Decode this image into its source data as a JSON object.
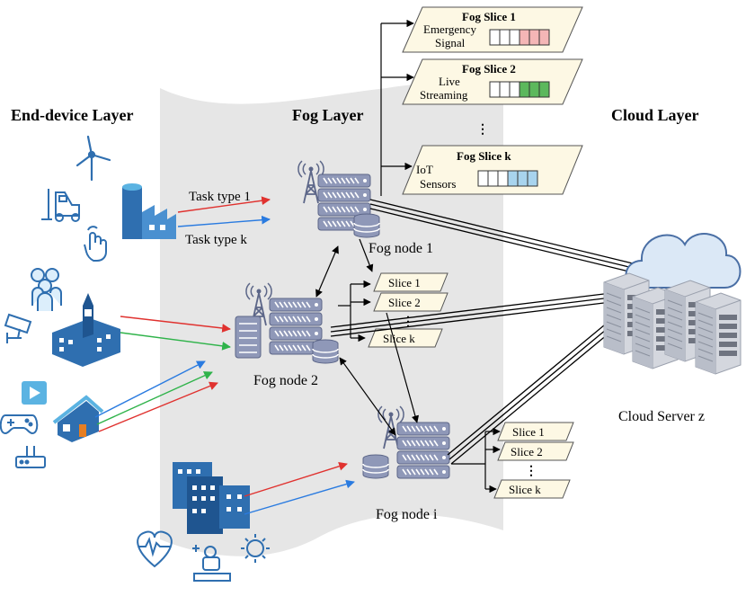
{
  "layers": {
    "end_device": "End-device Layer",
    "fog": "Fog Layer",
    "cloud": "Cloud Layer"
  },
  "tasks": {
    "type_1": "Task type 1",
    "type_k": "Task type k"
  },
  "fog_nodes": {
    "node_1": "Fog node 1",
    "node_2": "Fog node 2",
    "node_i": "Fog node i"
  },
  "cloud_server": "Cloud Server z",
  "big_slices": [
    {
      "title": "Fog Slice 1",
      "line1": "Emergency",
      "line2": "Signal",
      "color": "#f4b6b6"
    },
    {
      "title": "Fog Slice 2",
      "line1": "Live",
      "line2": "Streaming",
      "color": "#5cb85c"
    },
    {
      "title": "Fog Slice k",
      "line1": "IoT",
      "line2": "Sensors",
      "color": "#a8d4ee"
    }
  ],
  "node2_slices": [
    "Slice 1",
    "Slice 2",
    "Slice k"
  ],
  "nodei_slices": [
    "Slice 1",
    "Slice 2",
    "Slice k"
  ],
  "ellipsis": "⋮",
  "colors": {
    "band": "#e6e6e6",
    "slice_fill": "#fdf8e4",
    "icon_blue": "#2f6fb0",
    "icon_light": "#5bb3e2",
    "arrow_red": "#e0322f",
    "arrow_blue": "#2a7be0",
    "arrow_green": "#2fb34a"
  },
  "icons": [
    "wind-turbine-icon",
    "forklift-icon",
    "touch-icon",
    "factory-icon",
    "people-icon",
    "cctv-icon",
    "school-icon",
    "play-icon",
    "gamepad-icon",
    "router-icon",
    "home-icon",
    "buildings-icon",
    "heart-monitor-icon",
    "patient-icon",
    "sun-icon",
    "cell-tower-icon",
    "server-rack-icon",
    "database-icon",
    "cloud-icon",
    "data-center-icon"
  ]
}
